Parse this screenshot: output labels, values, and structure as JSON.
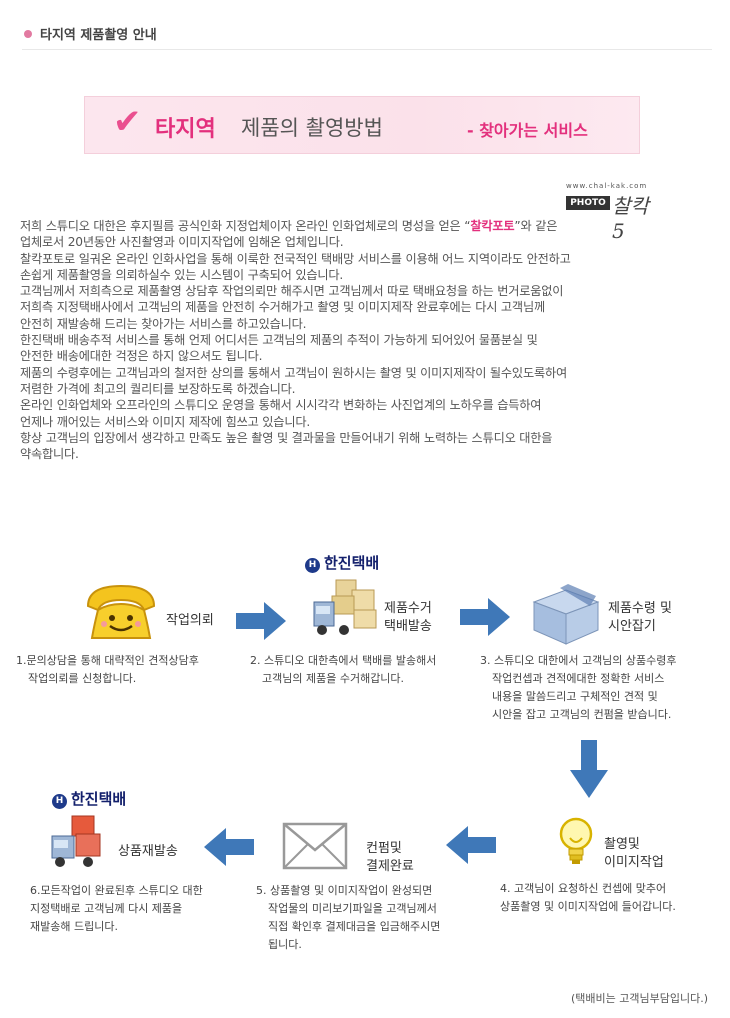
{
  "header": {
    "title": "타지역 제품촬영 안내"
  },
  "banner": {
    "accent": "타지역",
    "title": "제품의 촬영방법",
    "subtitle": "- 찾아가는 서비스"
  },
  "logo": {
    "url": "www.chal-kak.com",
    "box": "PHOTO",
    "sig": "찰칵5"
  },
  "intro": {
    "l1_a": "저희 스튜디오 대한은  후지필름  공식인화 지정업체이자  온라인 인화업체로의 명성을 얻은 “",
    "l1_hl": "찰칵포토",
    "l1_b": "”와 같은",
    "lines": [
      "업체로서 20년동안 사진촬영과 이미지작업에 임해온 업체입니다.",
      "찰칵포토로 일궈온 온라인 인화사업을 통해  이룩한 전국적인  택배망 서비스를 이용해  어느 지역이라도  안전하고",
      "손쉽게 제품촬영을 의뢰하실수 있는 시스템이 구축되어 있습니다.",
      "고객님께서 저희측으로 제품촬영 상담후 작업의뢰만 해주시면  고객님께서 따로 택배요청을 하는 번거로움없이",
      "저희측 지정택배사에서 고객님의 제품을 안전히 수거해가고  촬영 및 이미지제작 완료후에는  다시 고객님께",
      "안전히 재발송해 드리는 찾아가는 서비스를 하고있습니다.",
      "한진택배 배송추적 서비스를 통해 언제 어디서든 고객님의 제품의 추적이 가능하게 되어있어  물품분실 및",
      "안전한 배송에대한 걱정은 하지 않으셔도 됩니다.",
      "제품의 수령후에는 고객님과의 철저한 상의를 통해서 고객님이 원하시는 촬영 및 이미지제작이 될수있도록하여",
      "저렴한 가격에 최고의  퀄리티를 보장하도록 하겠습니다.",
      "온라인 인화업체와  오프라인의 스튜디오 운영을 통해서  시시각각 변화하는 사진업계의 노하우를 습득하여",
      "언제나 깨어있는 서비스와 이미지 제작에 힘쓰고 있습니다.",
      "항상 고객님의 입장에서 생각하고 만족도 높은 촬영 및 결과물을 만들어내기 위해 노력하는 스튜디오 대한을",
      "약속합니다."
    ]
  },
  "hanjin": {
    "name": "한진택배",
    "mark": "H"
  },
  "steps": {
    "s1": {
      "label": "작업의뢰",
      "desc": [
        "1.문의상담을 통해 대략적인 견적상담후",
        "작업의뢰를 신청합니다."
      ]
    },
    "s2": {
      "label": [
        "제품수거",
        "택배발송"
      ],
      "desc": [
        "2. 스튜디오 대한측에서 택배를 발송해서",
        "고객님의 제품을 수거해갑니다."
      ]
    },
    "s3": {
      "label": [
        "제품수령 및",
        "시안잡기"
      ],
      "desc": [
        "3. 스튜디오 대한에서 고객님의 상품수령후",
        "작업컨셉과 견적에대한 정확한 서비스",
        "내용을 말씀드리고  구체적인 견적 및",
        "시안을 잡고 고객님의 컨펌을 받습니다."
      ]
    },
    "s4": {
      "label": [
        "촬영및",
        "이미지작업"
      ],
      "desc": [
        "4. 고객님이  요청하신 컨셉에 맞추어",
        "상품촬영 및 이미지작업에 들어갑니다."
      ]
    },
    "s5": {
      "label": [
        "컨펌및",
        "결제완료"
      ],
      "desc": [
        "5. 상품촬영 및 이미지작업이 완성되면",
        "작업물의 미리보기파일을 고객님께서",
        "직접 확인후 결제대금을 입금해주시면",
        "됩니다."
      ]
    },
    "s6": {
      "label": "상품재발송",
      "desc": [
        "6.모든작업이 완료된후 스튜디오 대한",
        "지정택배로 고객님께 다시 제품을",
        "재발송해 드립니다."
      ]
    }
  },
  "footer": {
    "note": "(택배비는 고객님부담입니다.)"
  },
  "colors": {
    "accent": "#e3307d",
    "arrow": "#3f78b8",
    "hanjin": "#13206c"
  }
}
